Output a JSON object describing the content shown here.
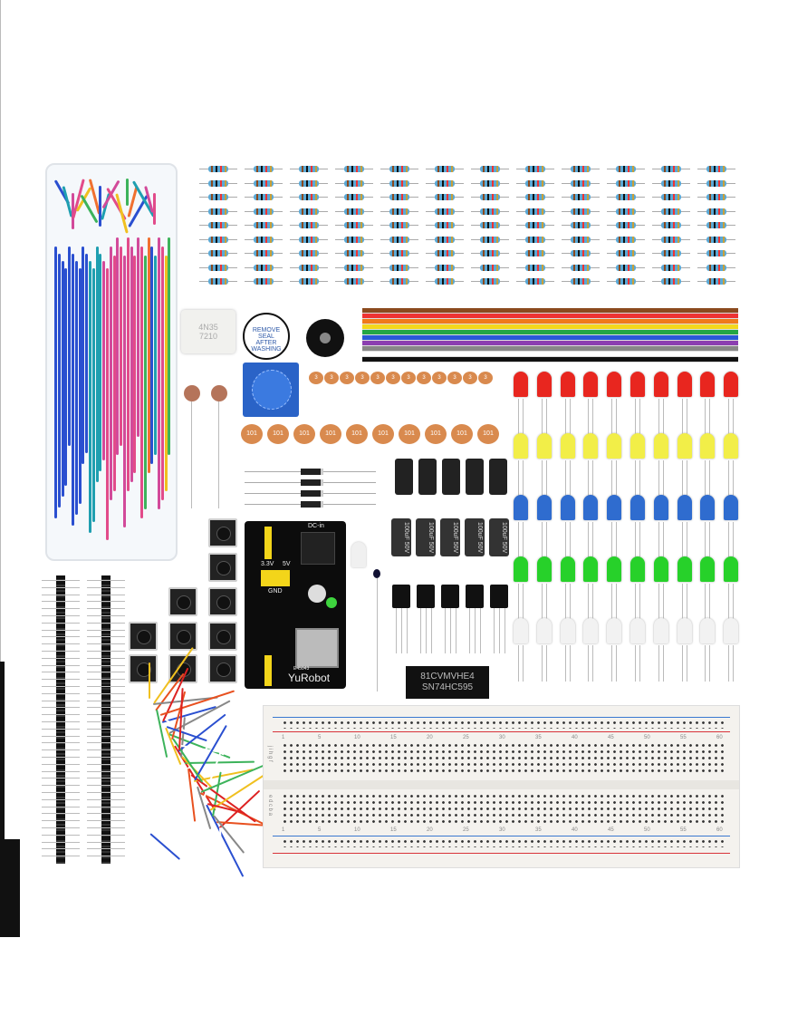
{
  "kit": {
    "optocoupler": {
      "line1": "4N35",
      "line2": "7210"
    },
    "buzzer_seal": {
      "line1": "REMOVE",
      "line2": "SEAL",
      "line3": "AFTER",
      "line4": "WASHING"
    },
    "small_ceramic_cap_label": "3",
    "ceramic_cap_label": "101",
    "electrolytic_cap_label": "100uF 50V",
    "shift_register_ic": {
      "line1": "81CVMVHE4",
      "line2": "SN74HC595"
    },
    "power_module": {
      "brand": "YuRobot",
      "model": "E45043",
      "dc_in": "DC-in",
      "v33": "3.3V",
      "v5": "5V",
      "gnd": "GND"
    },
    "breadboard": {
      "column_numbers": [
        "1",
        "5",
        "10",
        "15",
        "20",
        "25",
        "30",
        "35",
        "40",
        "45",
        "50",
        "55",
        "60"
      ],
      "rows_top": "j i h g f",
      "rows_bottom": "e d c b a"
    },
    "led_colors": [
      "#e8261f",
      "#f2ee48",
      "#2f6ccf",
      "#27d12a",
      "#f2f2f2"
    ],
    "ribbon_colors": [
      "#8b4a1e",
      "#e33",
      "#f07a1a",
      "#f4d81c",
      "#24a644",
      "#2a59d6",
      "#8b3fb0",
      "#888",
      "#fff",
      "#111"
    ]
  }
}
